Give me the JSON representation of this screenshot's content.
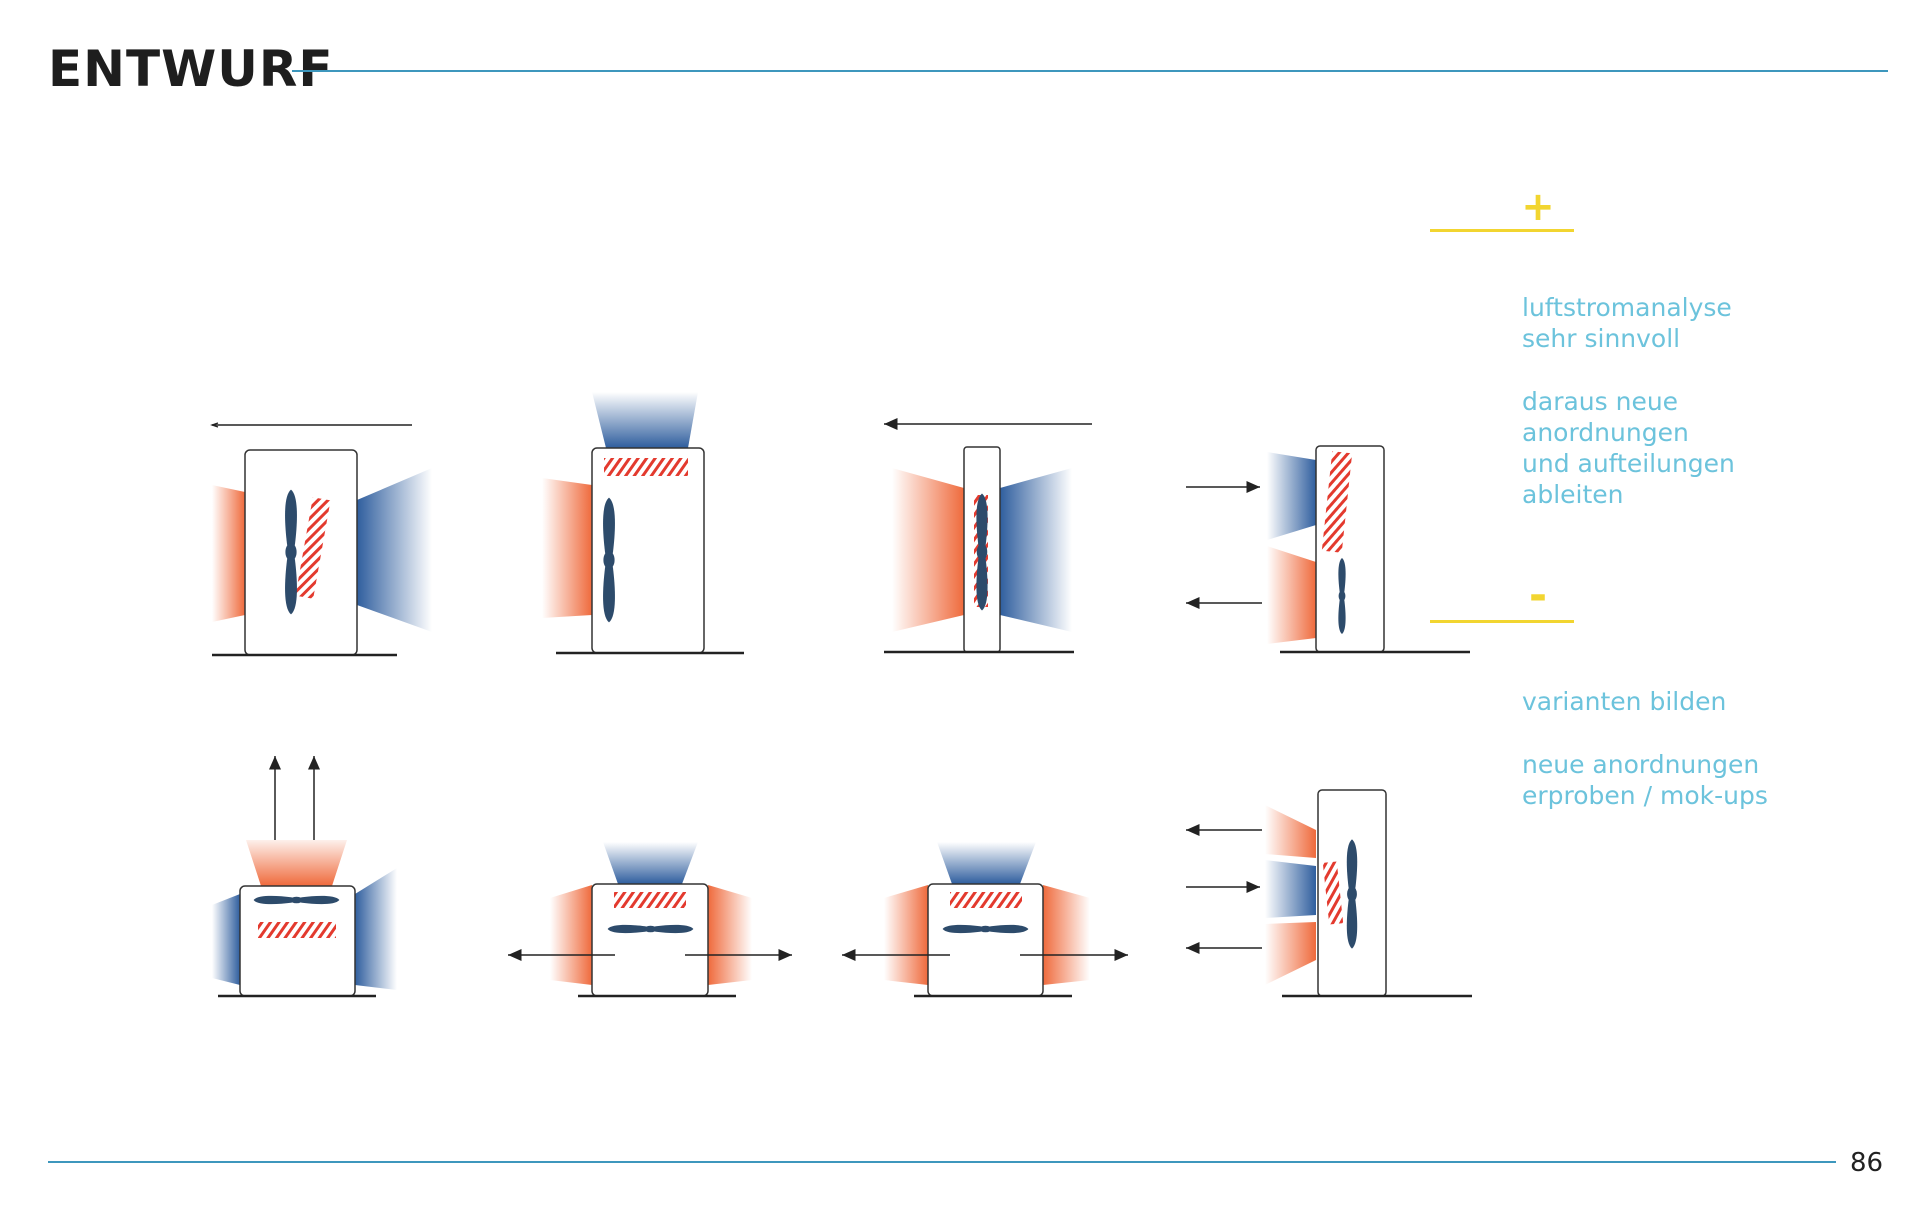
{
  "header": {
    "title": "ENTWURF"
  },
  "footer": {
    "page_number": "86"
  },
  "colors": {
    "accent_line": "#3d97bd",
    "text_accent": "#6cc3dc",
    "highlight": "#f2d530",
    "warm_air": "#ef6a3c",
    "cool_air": "#2f5e9e",
    "fan": "#2d4b6b",
    "heater": "#e33a2e"
  },
  "evaluation": {
    "plus": {
      "sign": "+",
      "notes": [
        "luftstromanalyse\nsehr sinnvoll",
        "daraus neue\nanordnungen\nund aufteilungen\nableiten"
      ]
    },
    "minus": {
      "sign": "-",
      "notes": [
        "varianten bilden",
        "neue anordnungen\nerproben / mok-ups"
      ]
    }
  }
}
